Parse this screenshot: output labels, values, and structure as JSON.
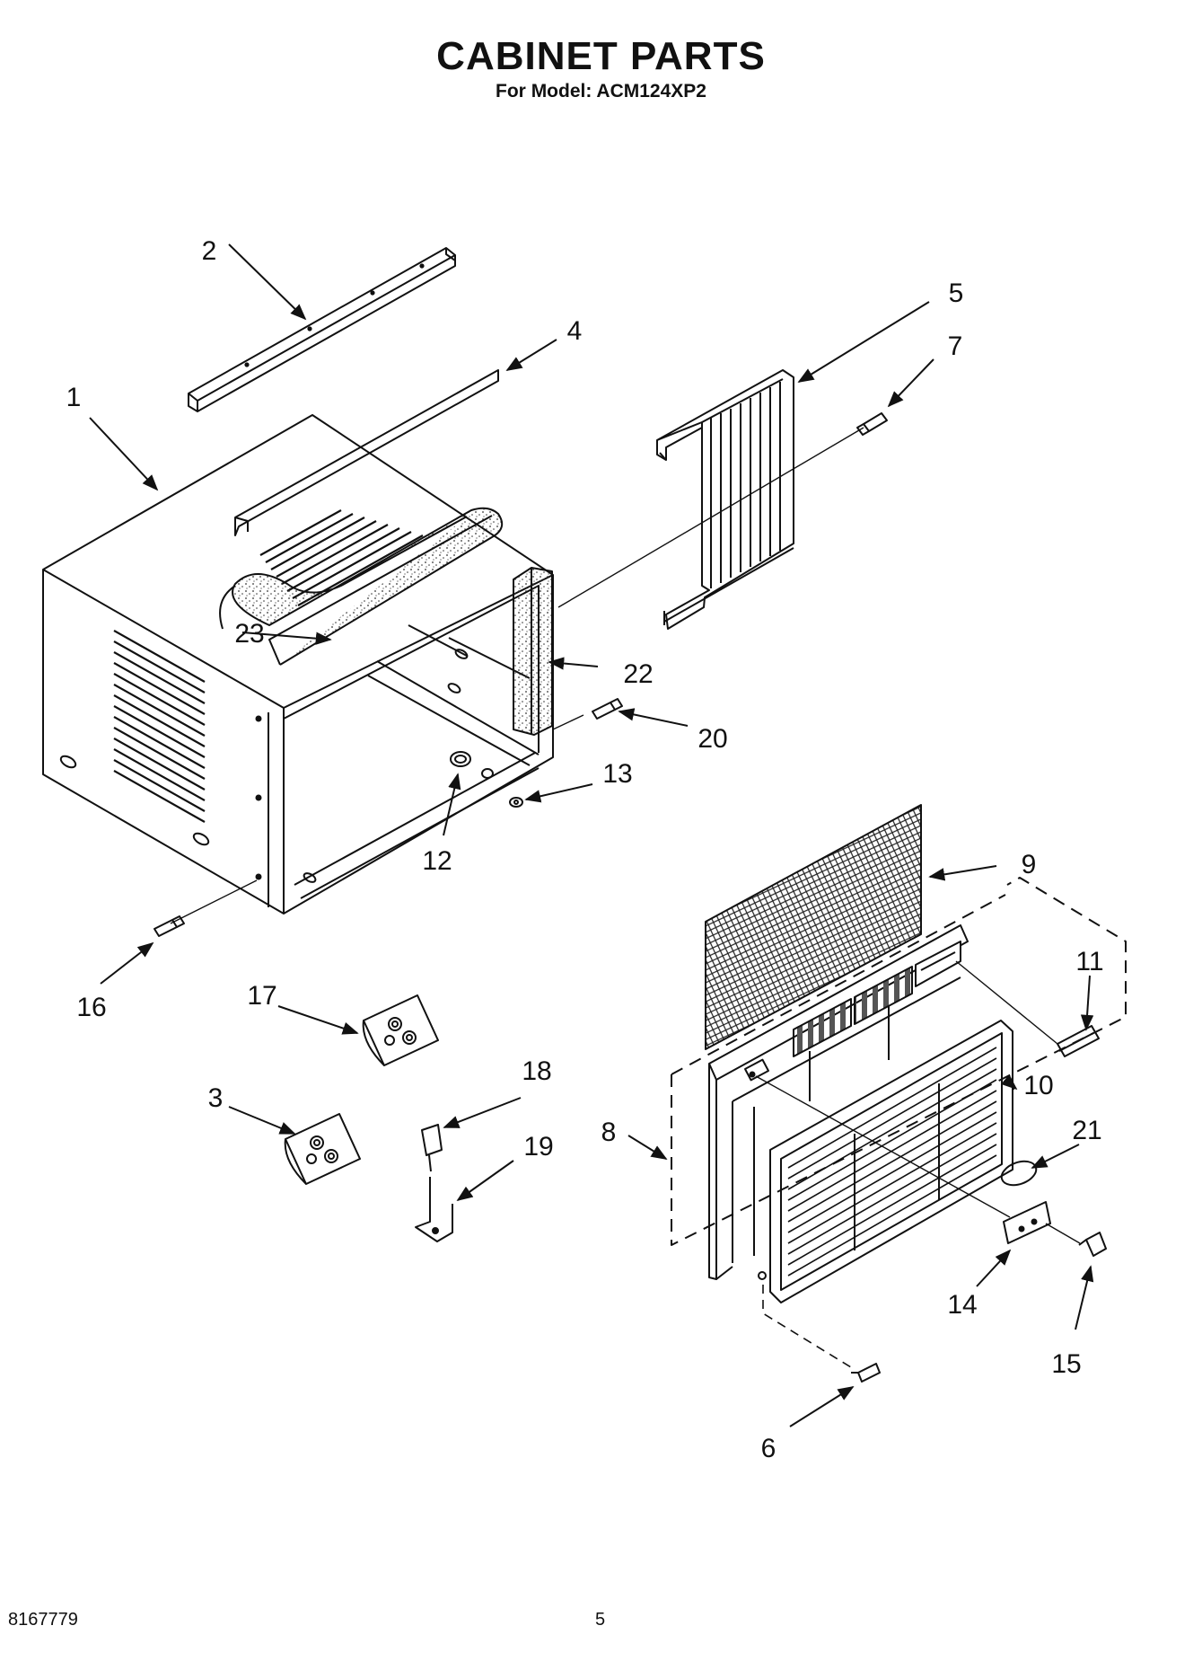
{
  "header": {
    "title": "CABINET PARTS",
    "subtitle": "For Model: ACM124XP2"
  },
  "callouts": {
    "c1": "1",
    "c2": "2",
    "c3": "3",
    "c4": "4",
    "c5": "5",
    "c6": "6",
    "c7": "7",
    "c8": "8",
    "c9": "9",
    "c10": "10",
    "c11": "11",
    "c12": "12",
    "c13": "13",
    "c14": "14",
    "c15": "15",
    "c16": "16",
    "c17": "17",
    "c18": "18",
    "c19": "19",
    "c20": "20",
    "c21": "21",
    "c22": "22",
    "c23": "23"
  },
  "footer": {
    "doc_number": "8167779",
    "page_number": "5"
  }
}
